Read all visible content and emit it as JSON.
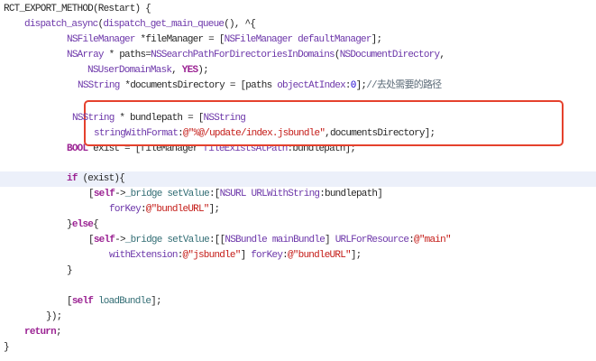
{
  "editor": {
    "highlighted_line": 9,
    "accent_box_color": "#e5412d",
    "lines": [
      [
        [
          "RCT_EXPORT_METHOD(Restart) {",
          "plain"
        ]
      ],
      [
        [
          "dispatch_async",
          "type"
        ],
        [
          "(",
          "plain"
        ],
        [
          "dispatch_get_main_queue",
          "type"
        ],
        [
          "(), ^{",
          "plain"
        ]
      ],
      [
        [
          "NSFileManager",
          "type"
        ],
        [
          " *fileManager = [",
          "plain"
        ],
        [
          "NSFileManager",
          "type"
        ],
        [
          " ",
          "plain"
        ],
        [
          "defaultManager",
          "type"
        ],
        [
          "];",
          "plain"
        ]
      ],
      [
        [
          "NSArray",
          "type"
        ],
        [
          " * paths=",
          "plain"
        ],
        [
          "NSSearchPathForDirectoriesInDomains",
          "type"
        ],
        [
          "(",
          "plain"
        ],
        [
          "NSDocumentDirectory",
          "type"
        ],
        [
          ",",
          "plain"
        ]
      ],
      [
        [
          "NSUserDomainMask",
          "type"
        ],
        [
          ", ",
          "plain"
        ],
        [
          "YES",
          "kw"
        ],
        [
          ");",
          "plain"
        ]
      ],
      [
        [
          "NSString",
          "type"
        ],
        [
          " *documentsDirectory = [paths ",
          "plain"
        ],
        [
          "objectAtIndex",
          "type"
        ],
        [
          ":",
          "plain"
        ],
        [
          "0",
          "num"
        ],
        [
          "];",
          "plain"
        ],
        [
          "//去处需要的路径",
          "cmt"
        ]
      ],
      [
        [
          "NSString",
          "type"
        ],
        [
          " * bundlepath = [",
          "plain"
        ],
        [
          "NSString",
          "type"
        ]
      ],
      [
        [
          "stringWithFormat",
          "type"
        ],
        [
          ":",
          "plain"
        ],
        [
          "@\"%@/update/index.jsbundle\"",
          "str"
        ],
        [
          ",documentsDirectory];",
          "plain"
        ]
      ],
      [
        [
          "BOOL",
          "kw"
        ],
        [
          " exist = [fileManager ",
          "plain"
        ],
        [
          "fileExistsAtPath",
          "type"
        ],
        [
          ":bundlepath];",
          "plain"
        ]
      ],
      [
        [
          "if",
          "kw"
        ],
        [
          " (exist){",
          "plain"
        ]
      ],
      [
        [
          "[",
          "plain"
        ],
        [
          "self",
          "kw"
        ],
        [
          "->",
          "plain"
        ],
        [
          "_bridge",
          "method"
        ],
        [
          " ",
          "plain"
        ],
        [
          "setValue",
          "method"
        ],
        [
          ":[",
          "plain"
        ],
        [
          "NSURL",
          "type"
        ],
        [
          " ",
          "plain"
        ],
        [
          "URLWithString",
          "type"
        ],
        [
          ":bundlepath]",
          "plain"
        ]
      ],
      [
        [
          "forKey",
          "type"
        ],
        [
          ":",
          "plain"
        ],
        [
          "@\"bundleURL\"",
          "str"
        ],
        [
          "];",
          "plain"
        ]
      ],
      [
        [
          "}",
          "plain"
        ],
        [
          "else",
          "kw"
        ],
        [
          "{",
          "plain"
        ]
      ],
      [
        [
          "[",
          "plain"
        ],
        [
          "self",
          "kw"
        ],
        [
          "->",
          "plain"
        ],
        [
          "_bridge",
          "method"
        ],
        [
          " ",
          "plain"
        ],
        [
          "setValue",
          "method"
        ],
        [
          ":[[",
          "plain"
        ],
        [
          "NSBundle",
          "type"
        ],
        [
          " ",
          "plain"
        ],
        [
          "mainBundle",
          "type"
        ],
        [
          "] ",
          "plain"
        ],
        [
          "URLForResource",
          "type"
        ],
        [
          ":",
          "plain"
        ],
        [
          "@\"main\"",
          "str"
        ]
      ],
      [
        [
          "withExtension",
          "type"
        ],
        [
          ":",
          "plain"
        ],
        [
          "@\"jsbundle\"",
          "str"
        ],
        [
          "] ",
          "plain"
        ],
        [
          "forKey",
          "type"
        ],
        [
          ":",
          "plain"
        ],
        [
          "@\"bundleURL\"",
          "str"
        ],
        [
          "];",
          "plain"
        ]
      ],
      [
        [
          "}",
          "plain"
        ]
      ],
      [
        [
          "[",
          "plain"
        ],
        [
          "self",
          "kw"
        ],
        [
          " ",
          "plain"
        ],
        [
          "loadBundle",
          "method"
        ],
        [
          "];",
          "plain"
        ]
      ],
      [
        [
          "});",
          "plain"
        ]
      ],
      [
        [
          "return",
          "kw"
        ],
        [
          ";",
          "plain"
        ]
      ],
      [
        [
          "}",
          "plain"
        ]
      ]
    ]
  }
}
